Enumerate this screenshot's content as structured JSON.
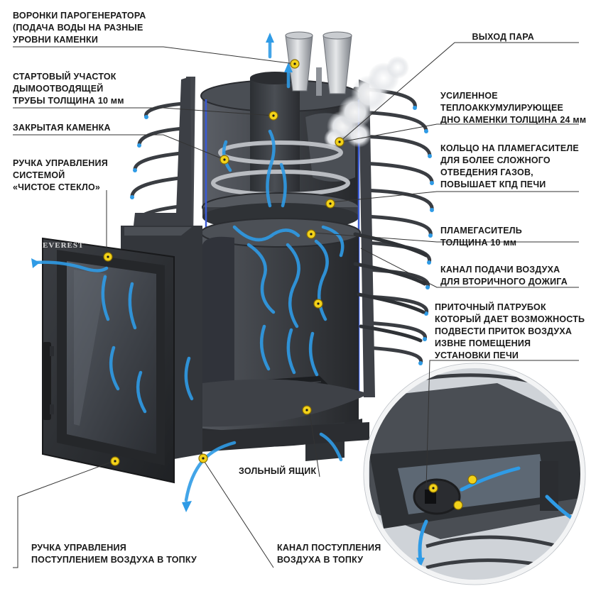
{
  "brand": "EVEREST",
  "colors": {
    "marker": "#f2d21a",
    "marker_ring": "#8a6d00",
    "air": "#2f9be6",
    "metal": "#3a3d42",
    "leader": "#333333"
  },
  "labels": [
    {
      "id": "funnels",
      "lines": [
        "ВОРОНКИ ПАРОГЕНЕРАТОРА",
        "(ПОДАЧА ВОДЫ НА РАЗНЫЕ",
        "УРОВНИ КАМЕНКИ"
      ]
    },
    {
      "id": "start-section",
      "lines": [
        "СТАРТОВЫЙ УЧАСТОК",
        "ДЫМООТВОДЯЩЕЙ",
        "ТРУБЫ ТОЛЩИНА 10 мм"
      ]
    },
    {
      "id": "closed-heater",
      "lines": [
        "ЗАКРЫТАЯ КАМЕНКА"
      ]
    },
    {
      "id": "clean-glass",
      "lines": [
        "РУЧКА УПРАВЛЕНИЯ",
        "СИСТЕМОЙ",
        "«ЧИСТОЕ СТЕКЛО»"
      ]
    },
    {
      "id": "steam-outlet",
      "lines": [
        "ВЫХОД ПАРА"
      ]
    },
    {
      "id": "heat-bottom",
      "lines": [
        "УСИЛЕННОЕ",
        "ТЕПЛОАККУМУЛИРУЮЩЕЕ",
        "ДНО КАМЕНКИ ТОЛЩИНА 24 мм"
      ]
    },
    {
      "id": "flame-ring",
      "lines": [
        "КОЛЬЦО НА ПЛАМЕГАСИТЕЛЕ",
        "ДЛЯ БОЛЕЕ СЛОЖНОГО",
        "ОТВЕДЕНИЯ ГАЗОВ,",
        "ПОВЫШАЕТ КПД ПЕЧИ"
      ]
    },
    {
      "id": "flame-arrester",
      "lines": [
        "ПЛАМЕГАСИТЕЛЬ",
        "ТОЛЩИНА 10 мм"
      ]
    },
    {
      "id": "secondary-air",
      "lines": [
        "КАНАЛ ПОДАЧИ ВОЗДУХА",
        "ДЛЯ ВТОРИЧНОГО ДОЖИГА"
      ]
    },
    {
      "id": "intake-pipe",
      "lines": [
        "ПРИТОЧНЫЙ ПАТРУБОК",
        "КОТОРЫЙ ДАЕТ ВОЗМОЖНОСТЬ",
        "ПОДВЕСТИ ПРИТОК ВОЗДУХА",
        "ИЗВНЕ ПОМЕЩЕНИЯ",
        "УСТАНОВКИ ПЕЧИ"
      ]
    },
    {
      "id": "ash-box",
      "lines": [
        "ЗОЛЬНЫЙ ЯЩИК"
      ]
    },
    {
      "id": "air-handle",
      "lines": [
        "РУЧКА УПРАВЛЕНИЯ",
        "ПОСТУПЛЕНИЕМ ВОЗДУХА В ТОПКУ"
      ]
    },
    {
      "id": "air-channel",
      "lines": [
        "КАНАЛ ПОСТУПЛЕНИЯ",
        "ВОЗДУХА В ТОПКУ"
      ]
    }
  ]
}
